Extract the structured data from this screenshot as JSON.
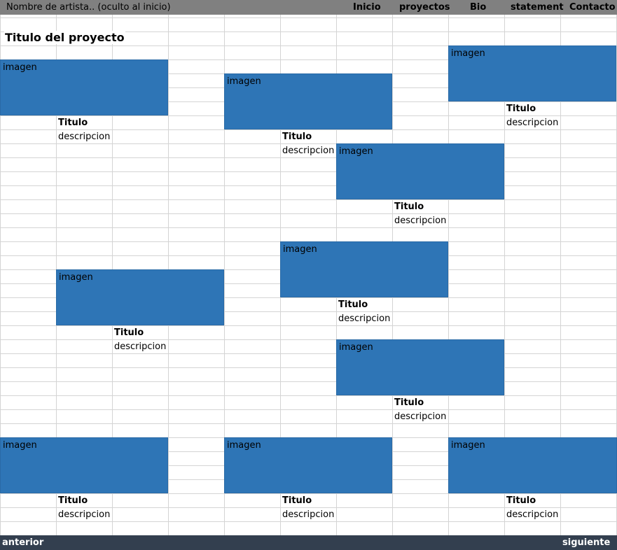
{
  "header": {
    "artist_name": "Nombre de artista.. (oculto al inicio)",
    "nav": [
      "Inicio",
      "proyectos",
      "Bio",
      "statement",
      "Contacto"
    ]
  },
  "page_title": "Titulo del proyecto",
  "projects": [
    {
      "image_label": "imagen",
      "title": "Titulo",
      "description": "descripcion"
    },
    {
      "image_label": "imagen",
      "title": "Titulo",
      "description": "descripcion"
    },
    {
      "image_label": "imagen",
      "title": "Titulo",
      "description": "descripcion"
    },
    {
      "image_label": "imagen",
      "title": "Titulo",
      "description": "descripcion"
    },
    {
      "image_label": "imagen",
      "title": "Titulo",
      "description": "descripcion"
    },
    {
      "image_label": "imagen",
      "title": "Titulo",
      "description": "descripcion"
    },
    {
      "image_label": "imagen",
      "title": "Titulo",
      "description": "descripcion"
    },
    {
      "image_label": "imagen",
      "title": "Titulo",
      "description": "descripcion"
    },
    {
      "image_label": "imagen",
      "title": "Titulo",
      "description": "descripcion"
    },
    {
      "image_label": "imagen",
      "title": "Titulo",
      "description": "descripcion"
    }
  ],
  "footer": {
    "prev_label": "anterior",
    "next_label": "siguiente"
  },
  "colors": {
    "header_bg": "#808080",
    "image_placeholder": "#2e75b6",
    "footer_bg": "#333f4f",
    "gridline": "#d4d4d4"
  }
}
